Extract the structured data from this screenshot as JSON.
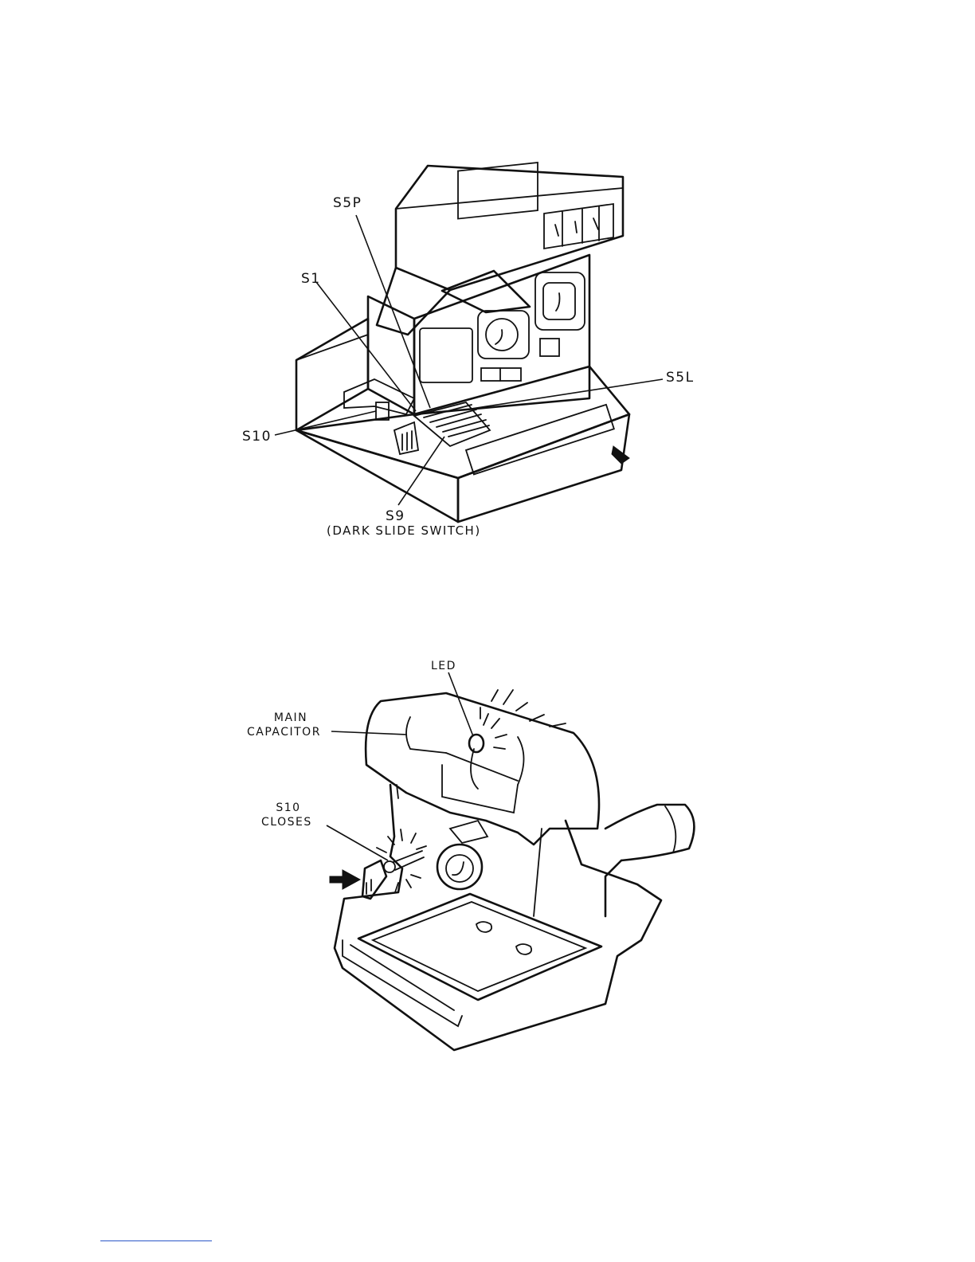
{
  "figure_top": {
    "labels": {
      "s5p": "S5P",
      "s1": "S1",
      "s5l": "S5L",
      "s10": "S10",
      "s9": "S9",
      "s9_note": "(DARK SLIDE SWITCH)"
    }
  },
  "figure_bottom": {
    "labels": {
      "led": "LED",
      "main_capacitor_line1": "MAIN",
      "main_capacitor_line2": "CAPACITOR",
      "s10_line1": "S10",
      "s10_line2": "CLOSES"
    }
  }
}
